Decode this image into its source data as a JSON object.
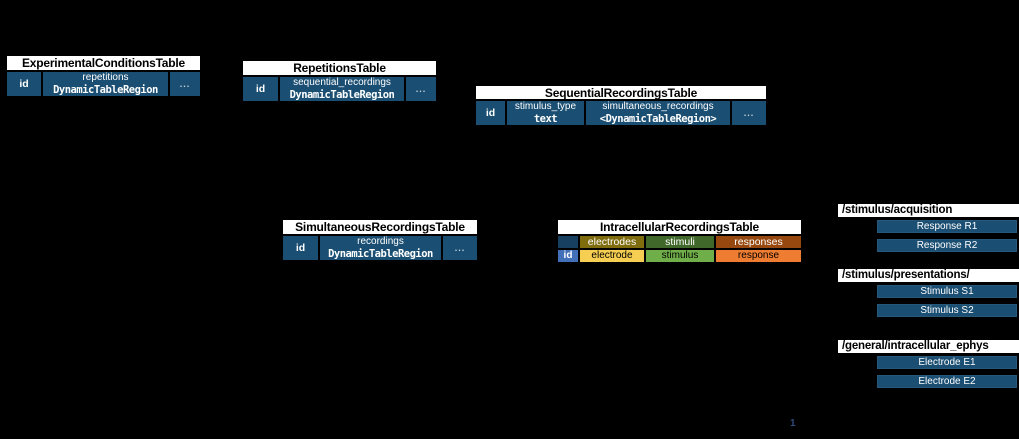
{
  "colors": {
    "table_blue": "#1A4E72",
    "navy_cell": "#163F60",
    "id_blue": "#4170B8",
    "electrodes": "#7E6C0D",
    "electrode": "#F5CE52",
    "stimuli": "#41682B",
    "stimulus": "#6FAE49",
    "responses": "#97480F",
    "response": "#EE7D31"
  },
  "tables": {
    "experimental_conditions": {
      "title": "ExperimentalConditionsTable",
      "id_label": "id",
      "columns": [
        {
          "name": "repetitions",
          "type": "DynamicTableRegion"
        }
      ],
      "dots": "..."
    },
    "repetitions": {
      "title": "RepetitionsTable",
      "id_label": "id",
      "columns": [
        {
          "name": "sequential_recordings",
          "type": "DynamicTableRegion"
        }
      ],
      "dots": "..."
    },
    "sequential": {
      "title": "SequentialRecordingsTable",
      "id_label": "id",
      "columns": [
        {
          "name": "stimulus_type",
          "type": "text"
        },
        {
          "name": "simultaneous_recordings",
          "type": "<DynamicTableRegion>"
        }
      ],
      "dots": "..."
    },
    "simultaneous": {
      "title": "SimultaneousRecordingsTable",
      "id_label": "id",
      "columns": [
        {
          "name": "recordings",
          "type": "DynamicTableRegion"
        }
      ],
      "dots": "..."
    },
    "intracellular": {
      "title": "IntracellularRecordingsTable",
      "categories": [
        "electrodes",
        "stimuli",
        "responses"
      ],
      "columns": [
        "id",
        "electrode",
        "stimulus",
        "response"
      ]
    }
  },
  "groups": [
    {
      "path": "/stimulus/acquisition",
      "items": [
        "Response R1",
        "Response R2"
      ]
    },
    {
      "path": "/stimulus/presentations/",
      "items": [
        "Stimulus S1",
        "Stimulus S2"
      ]
    },
    {
      "path": "/general/intracellular_ephys",
      "items": [
        "Electrode E1",
        "Electrode E2"
      ]
    }
  ],
  "footnote": "1"
}
